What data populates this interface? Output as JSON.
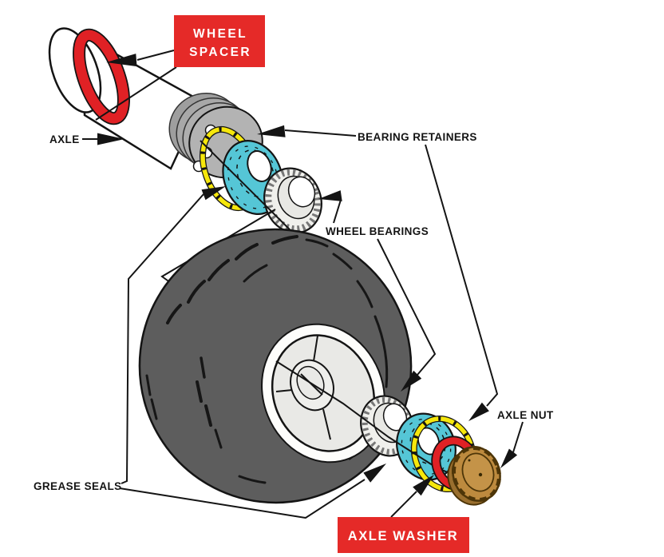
{
  "diagram": {
    "type": "exploded-parts-diagram",
    "subject": "wheel and axle assembly",
    "background": "#ffffff",
    "callouts": {
      "wheel_spacer": {
        "line1": "WHEEL",
        "line2": "SPACER"
      },
      "axle_washer": {
        "label": "AXLE WASHER"
      }
    },
    "labels": {
      "axle": "AXLE",
      "bearing_retainers": "BEARING RETAINERS",
      "wheel_bearings": "WHEEL BEARINGS",
      "grease_seals": "GREASE SEALS",
      "axle_nut": "AXLE NUT"
    },
    "colors": {
      "callout_box_red": "#e52a28",
      "callout_text": "#ffffff",
      "label_text": "#141414",
      "line_black": "#141414",
      "spacer_red": "#e02125",
      "washer_red": "#e02125",
      "seal_cyan": "#55c6d6",
      "retainer_yellow": "#f6e70c",
      "nut_gold": "#bd8a3e",
      "nut_gold_dark": "#9a6f2e",
      "nut_outline": "#4d3508",
      "tire_gray": "#5d5d5d",
      "flange_gray": "#b3b3b3",
      "hub_light": "#e9e9e6"
    }
  }
}
